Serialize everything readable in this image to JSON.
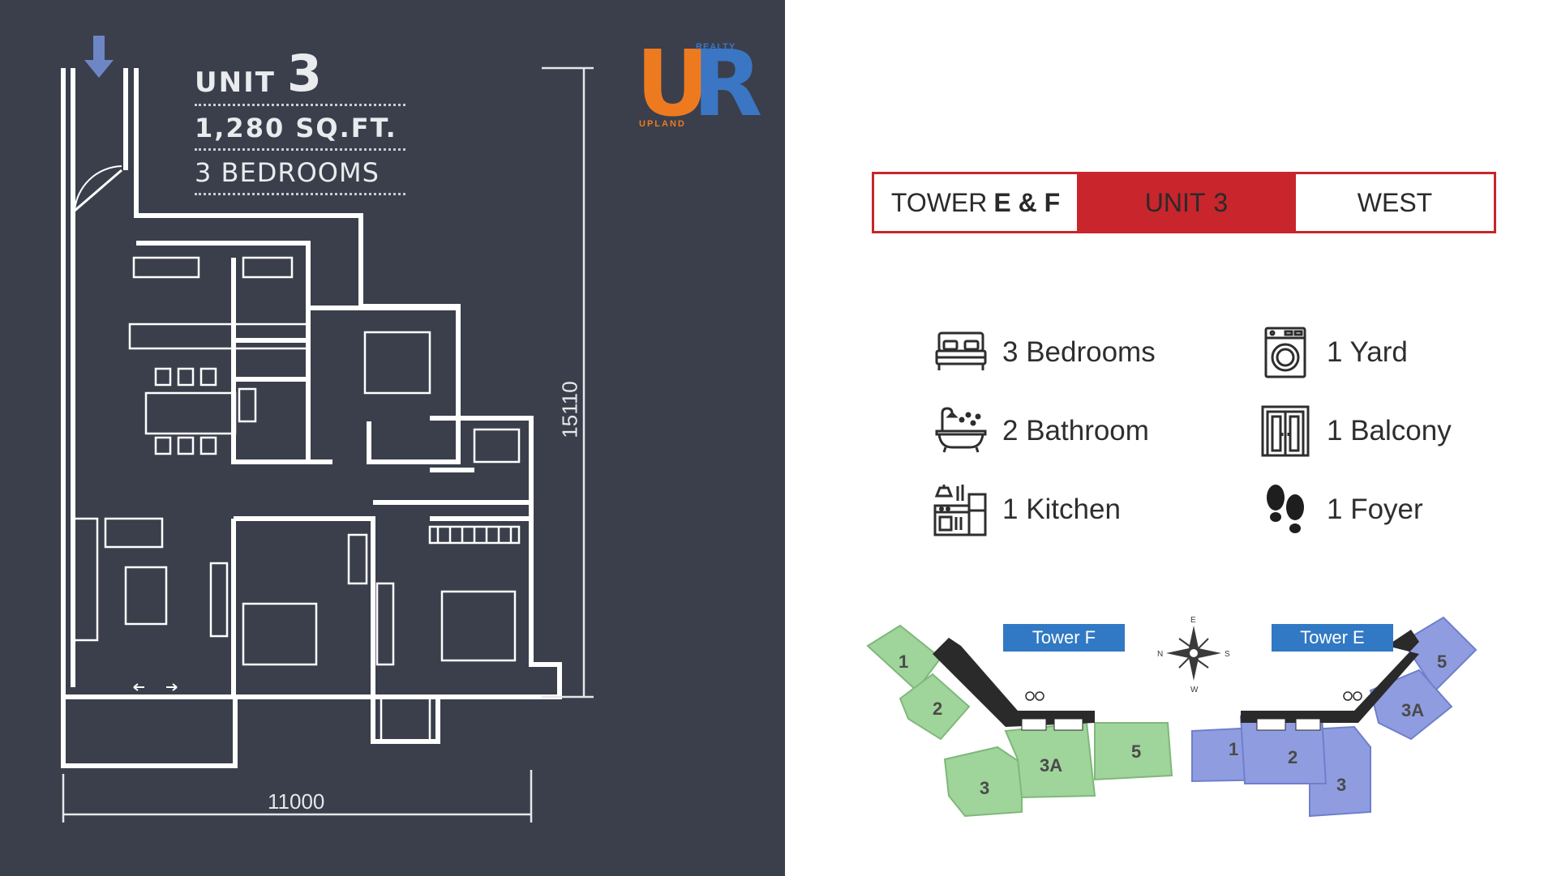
{
  "unit_info": {
    "unit_word": "UNIT",
    "unit_number": "3",
    "area": "1,280 SQ.FT.",
    "bedrooms": "3 BEDROOMS"
  },
  "dimensions": {
    "width": "11000",
    "height": "15110"
  },
  "logo": {
    "letter_u": "U",
    "letter_r": "R",
    "word_top": "REALTY",
    "word_bottom": "UPLAND",
    "colors": {
      "orange": "#ee7a20",
      "blue": "#3b76c4"
    }
  },
  "tower_bar": {
    "tower_prefix": "TOWER",
    "tower_value": "E & F",
    "unit_prefix": "UNIT",
    "unit_value": "3",
    "direction": "WEST",
    "accent_color": "#c8252c"
  },
  "features": [
    {
      "icon": "bed-icon",
      "label": "3 Bedrooms"
    },
    {
      "icon": "bathtub-icon",
      "label": "2 Bathroom"
    },
    {
      "icon": "kitchen-icon",
      "label": "1 Kitchen"
    },
    {
      "icon": "washing-machine-icon",
      "label": "1 Yard"
    },
    {
      "icon": "balcony-door-icon",
      "label": "1 Balcony"
    },
    {
      "icon": "footprints-icon",
      "label": "1 Foyer"
    }
  ],
  "site_plan": {
    "tower_f_label": "Tower F",
    "tower_e_label": "Tower E",
    "tower_f_units": [
      "1",
      "2",
      "3",
      "3A",
      "5"
    ],
    "tower_e_units": [
      "1",
      "2",
      "3",
      "3A",
      "5"
    ],
    "compass": {
      "n": "N",
      "e": "E",
      "s": "S",
      "w": "W"
    },
    "colors": {
      "tower_f": "#9fd49a",
      "tower_e": "#8f9de0",
      "core": "#2a2a2a"
    }
  }
}
